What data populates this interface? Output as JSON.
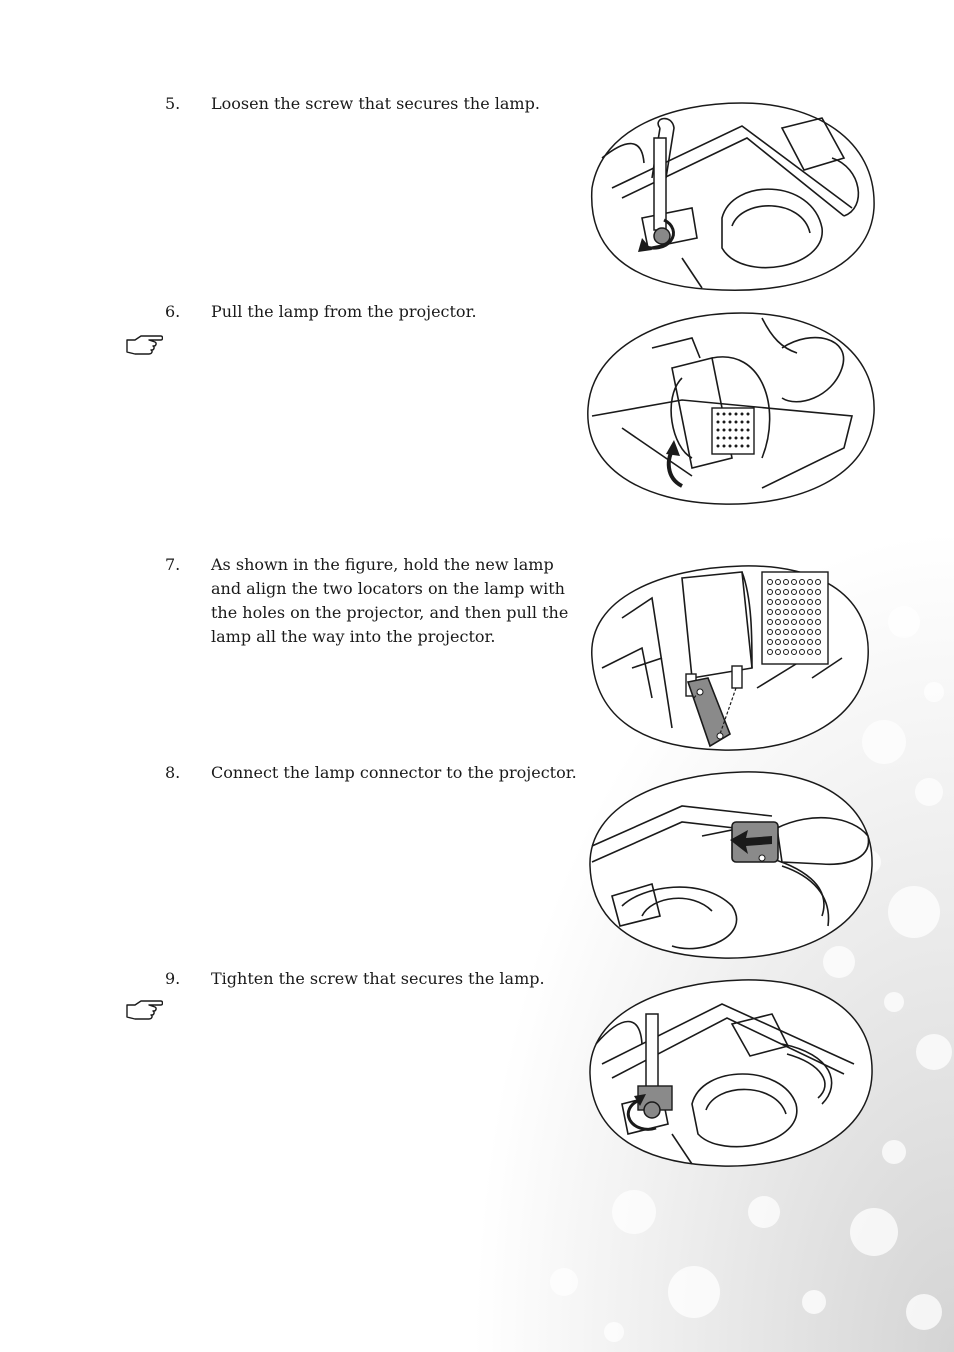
{
  "steps": [
    {
      "number": "5.",
      "text": "Loosen the screw that secures the lamp.",
      "figure_icon": "screwdriver-loosen-illustration"
    },
    {
      "number": "6.",
      "text": "Pull the lamp from the projector.",
      "figure_icon": "pull-lamp-illustration",
      "has_note": true
    },
    {
      "number": "7.",
      "text": "As shown in the figure, hold the new lamp and align the two locators on the lamp with the holes on the projector, and then pull the lamp all the way into the projector.",
      "figure_icon": "insert-lamp-illustration"
    },
    {
      "number": "8.",
      "text": "Connect the lamp connector to the projector.",
      "figure_icon": "connect-connector-illustration"
    },
    {
      "number": "9.",
      "text": "Tighten the screw that secures the lamp.",
      "figure_icon": "screwdriver-tighten-illustration",
      "has_note": true
    }
  ],
  "note_icon": "pointing-hand-icon",
  "colors": {
    "text": "#1a1a1a",
    "line": "#1a1a1a",
    "bubble": "#e6e6e6"
  }
}
